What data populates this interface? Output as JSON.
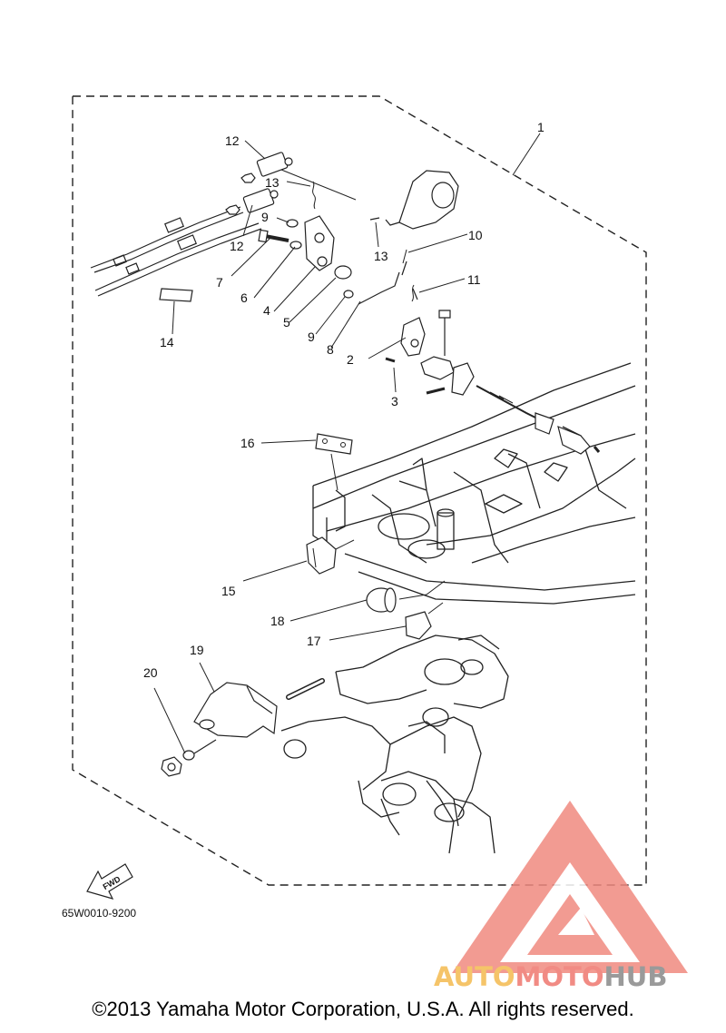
{
  "diagram": {
    "callouts": [
      {
        "id": "c1",
        "label": "1"
      },
      {
        "id": "c2",
        "label": "2"
      },
      {
        "id": "c3",
        "label": "3"
      },
      {
        "id": "c4",
        "label": "4"
      },
      {
        "id": "c5",
        "label": "5"
      },
      {
        "id": "c6",
        "label": "6"
      },
      {
        "id": "c7",
        "label": "7"
      },
      {
        "id": "c8",
        "label": "8"
      },
      {
        "id": "c9a",
        "label": "9"
      },
      {
        "id": "c9b",
        "label": "9"
      },
      {
        "id": "c10",
        "label": "10"
      },
      {
        "id": "c11",
        "label": "11"
      },
      {
        "id": "c12a",
        "label": "12"
      },
      {
        "id": "c12b",
        "label": "12"
      },
      {
        "id": "c13a",
        "label": "13"
      },
      {
        "id": "c13b",
        "label": "13"
      },
      {
        "id": "c14",
        "label": "14"
      },
      {
        "id": "c15",
        "label": "15"
      },
      {
        "id": "c16",
        "label": "16"
      },
      {
        "id": "c17",
        "label": "17"
      },
      {
        "id": "c18",
        "label": "18"
      },
      {
        "id": "c19",
        "label": "19"
      },
      {
        "id": "c20",
        "label": "20"
      }
    ],
    "fwd_label": "FWD",
    "part_code": "65W0010-9200"
  },
  "watermark": {
    "text_auto": "AUTO",
    "text_moto": "MOTO",
    "text_hub": "HUB",
    "color_auto": "#f5c469",
    "color_moto": "#f18b84",
    "color_hub": "#9a9a9a",
    "triangle_color": "#f08a80"
  },
  "footer": {
    "copyright": "©2013 Yamaha Motor Corporation, U.S.A. All rights reserved."
  }
}
